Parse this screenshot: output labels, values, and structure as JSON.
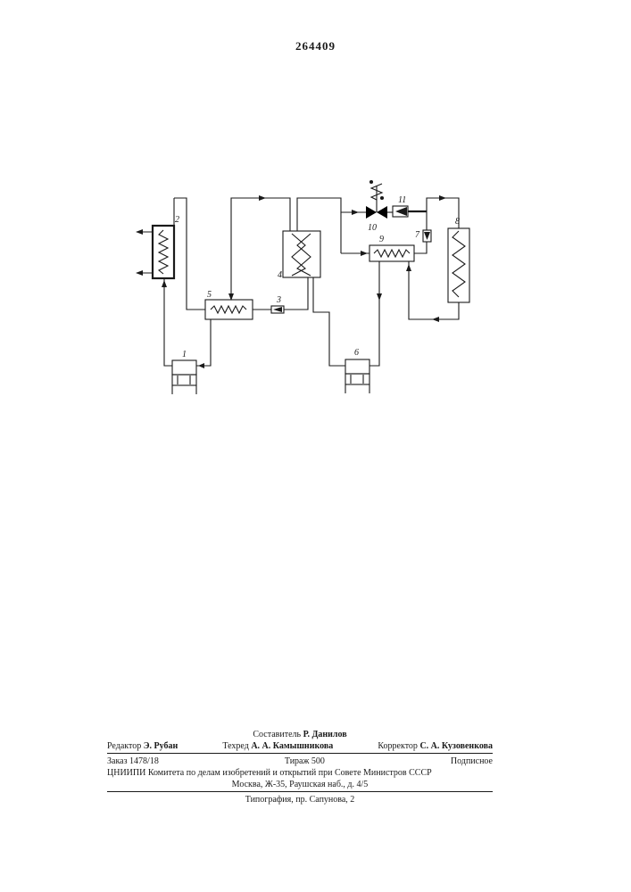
{
  "patent_number": "264409",
  "diagram": {
    "labels": {
      "c1": "1",
      "c2": "2",
      "c3": "3",
      "c4": "4",
      "c5": "5",
      "c6": "6",
      "c7": "7",
      "c8": "8",
      "c9": "9",
      "c10": "10",
      "c11": "11"
    }
  },
  "imprint": {
    "compiler_role": "Составитель",
    "compiler_name": "Р. Данилов",
    "editor_role": "Редактор",
    "editor_name": "Э. Рубан",
    "techred_role": "Техред",
    "techred_name": "А. А. Камышникова",
    "corrector_role": "Корректор",
    "corrector_name": "С. А. Кузовенкова",
    "order": "Заказ 1478/18",
    "circulation": "Тираж 500",
    "subscription": "Подписное",
    "org_line1": "ЦНИИПИ Комитета по делам изобретений и открытий при Совете Министров СССР",
    "org_line2": "Москва, Ж-35, Раушская наб., д. 4/5",
    "printing": "Типография, пр. Сапунова, 2"
  }
}
